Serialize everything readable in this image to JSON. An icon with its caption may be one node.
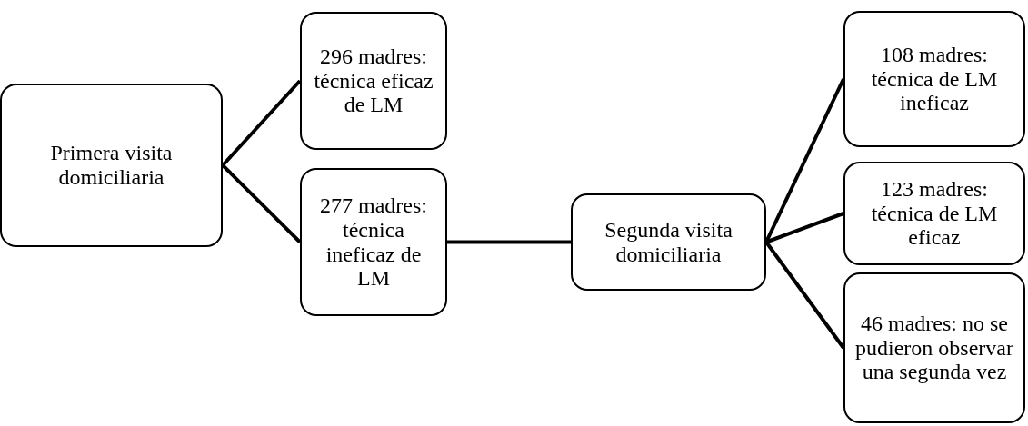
{
  "diagram": {
    "nodes": [
      {
        "text": [
          "Primera visita domiciliaria"
        ]
      },
      {
        "text": [
          "296 madres: técnica eficaz de LM"
        ]
      },
      {
        "text": [
          "277 madres: técnica ineficaz de LM"
        ]
      },
      {
        "text": [
          "Segunda visita domiciliaria"
        ]
      },
      {
        "text": [
          "108 madres: técnica de LM ineficaz"
        ]
      },
      {
        "text": [
          "123 madres: técnica de LM eficaz"
        ]
      },
      {
        "text": [
          "46 madres: no se pudieron observar una segunda vez"
        ]
      }
    ],
    "edges": [
      {
        "from": 0,
        "to": 1,
        "arrow": "none"
      },
      {
        "from": 0,
        "to": 2,
        "arrow": "none"
      },
      {
        "from": 2,
        "to": 3,
        "arrow": "none"
      },
      {
        "from": 3,
        "to": 4,
        "arrow": "none"
      },
      {
        "from": 3,
        "to": 5,
        "arrow": "none"
      },
      {
        "from": 3,
        "to": 6,
        "arrow": "none"
      }
    ]
  }
}
